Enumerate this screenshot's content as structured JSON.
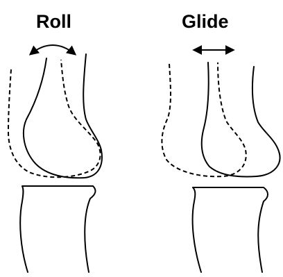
{
  "panels": [
    {
      "id": "roll",
      "label": "Roll",
      "motion_arrow": "curved-double-arrow"
    },
    {
      "id": "glide",
      "label": "Glide",
      "motion_arrow": "straight-double-arrow"
    }
  ],
  "colors": {
    "line": "#000000",
    "background": "#ffffff"
  }
}
